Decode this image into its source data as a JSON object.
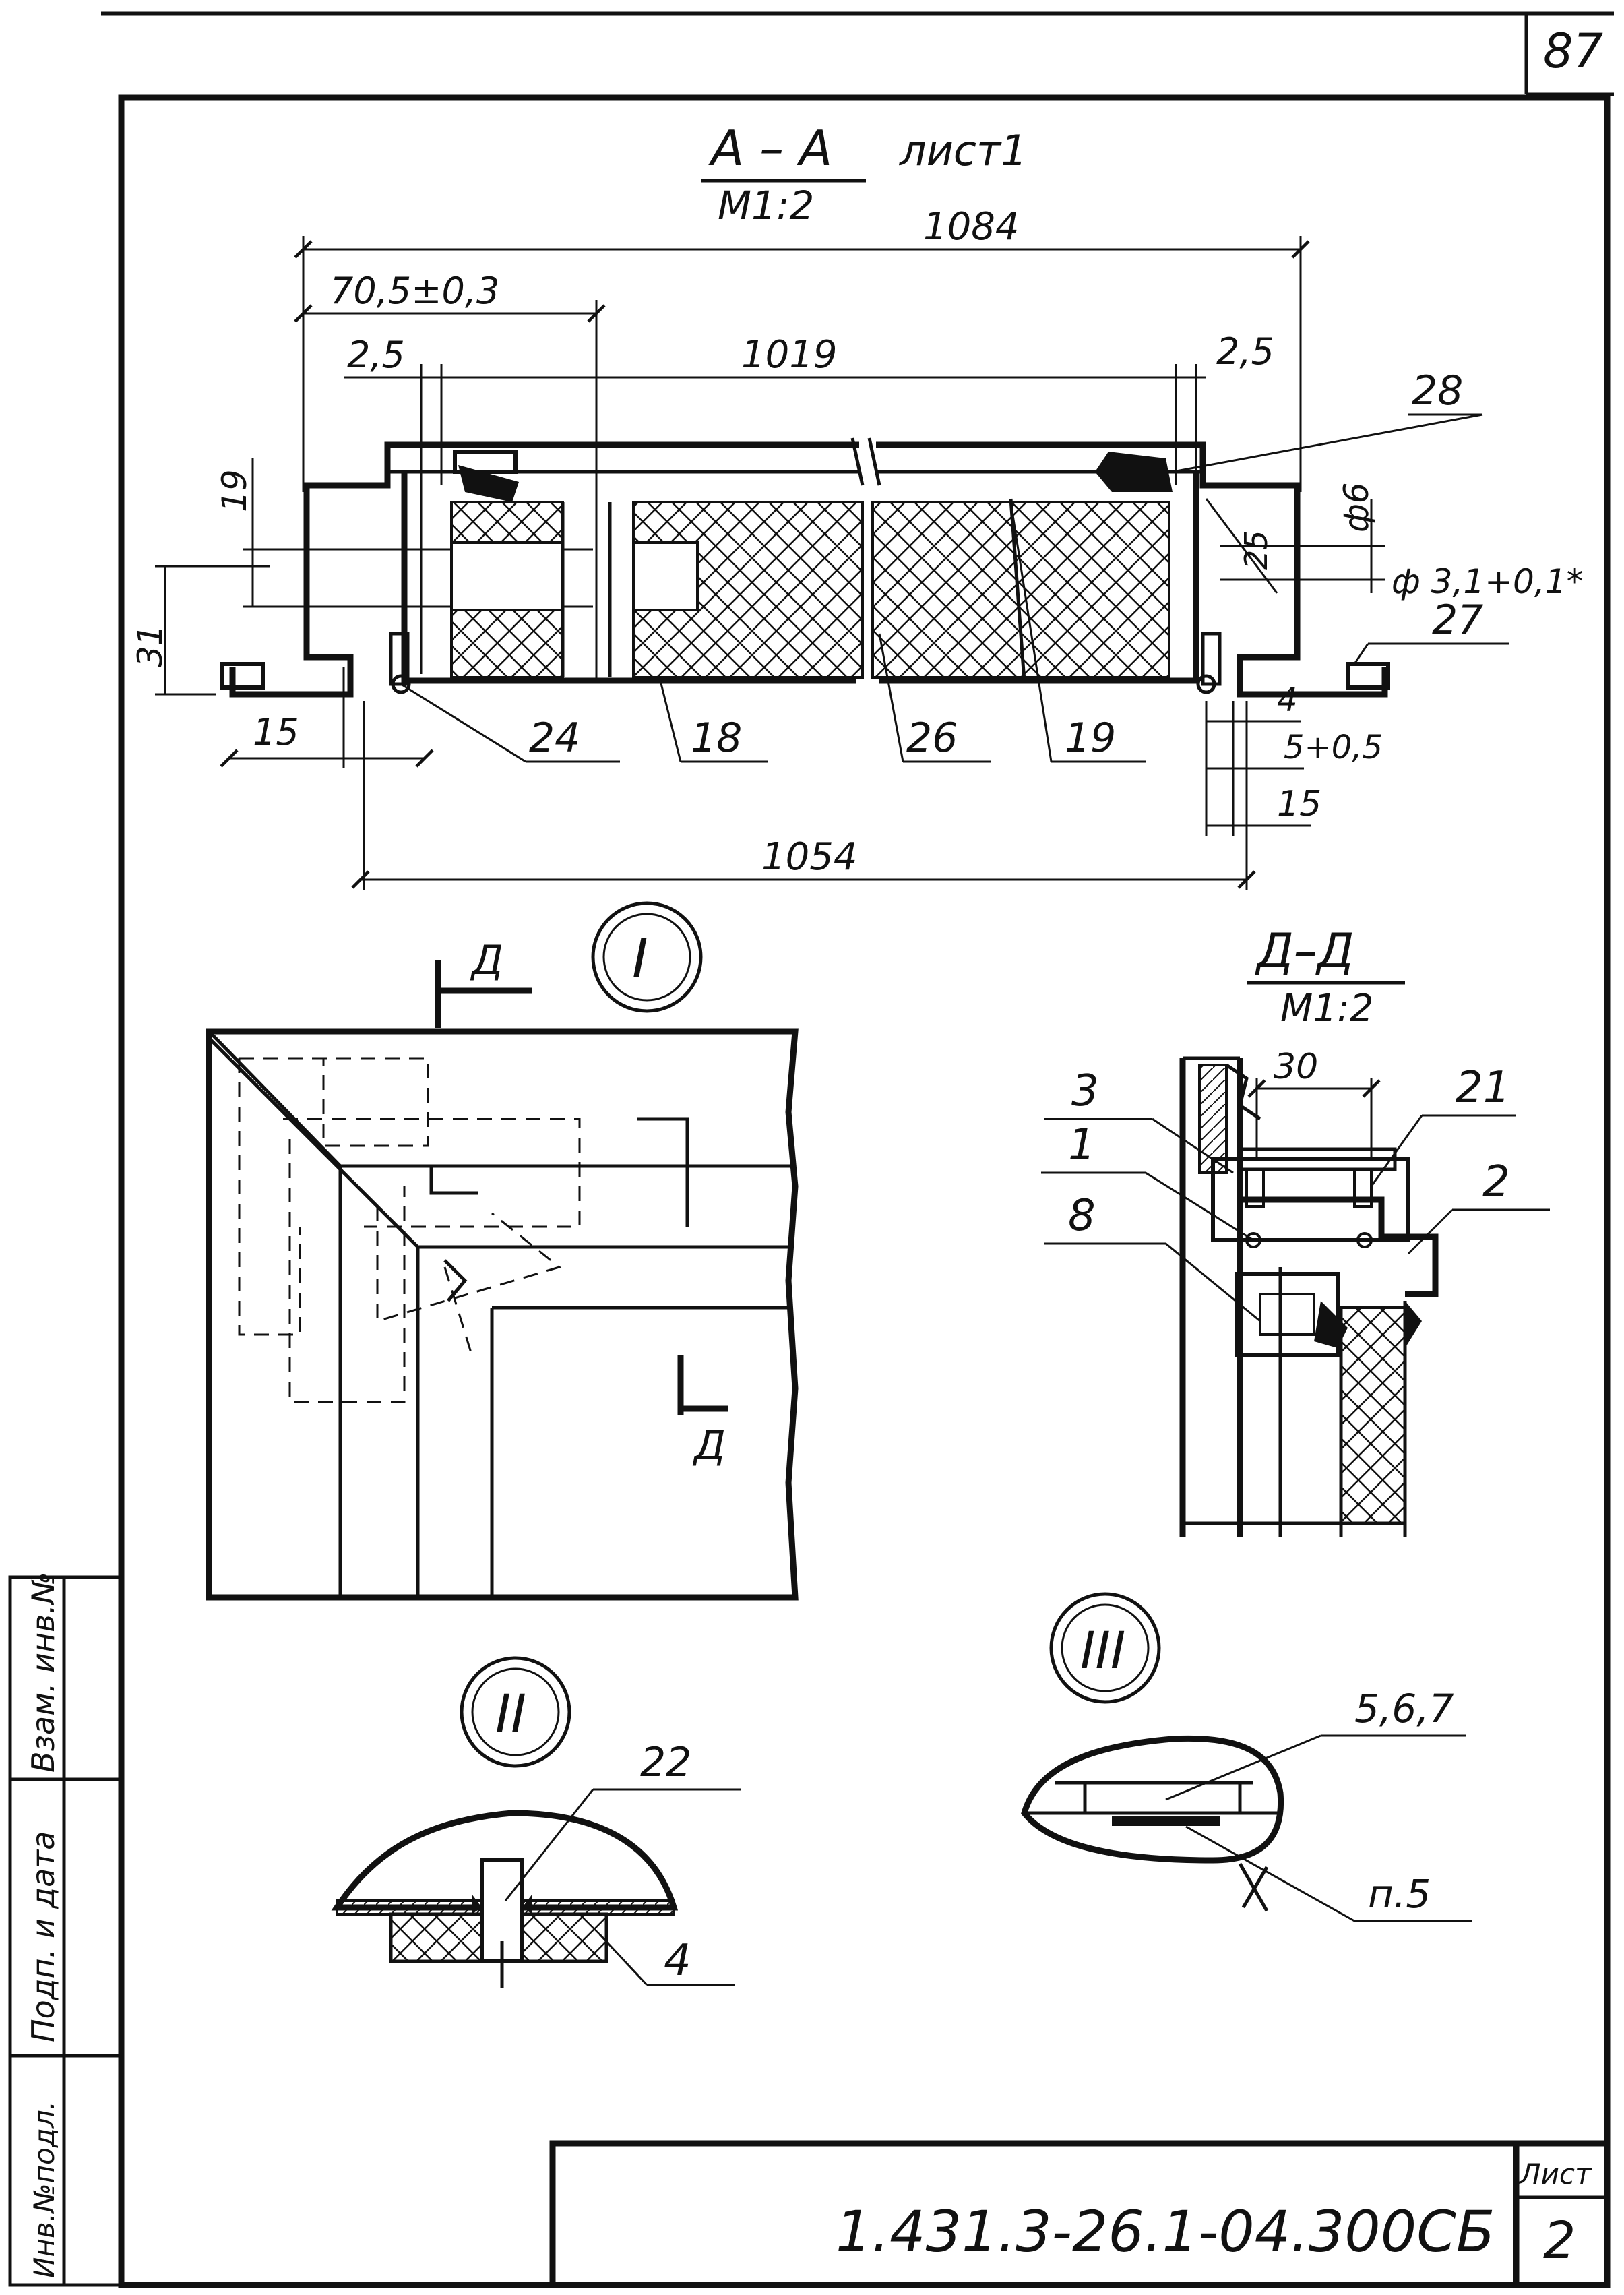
{
  "page_number": "87",
  "section_aa": {
    "title": "А – А",
    "scale": "М1:2",
    "sheet_note": "лист1",
    "dims": {
      "overall": "1084",
      "offset": "70,5±0,3",
      "gap_left": "2,5",
      "inner": "1019",
      "gap_right": "2,5",
      "height_19": "19",
      "height_31": "31",
      "left_15": "15",
      "bottom": "1054",
      "d6": "ф6",
      "h25": "25",
      "hole": "ф 3,1+0,1*",
      "right_4": "4",
      "right_5": "5+0,5",
      "right_15": "15"
    },
    "callouts": [
      "28",
      "27",
      "24",
      "18",
      "26",
      "19"
    ]
  },
  "detail_I": {
    "label": "I",
    "cut_label": "Д"
  },
  "section_dd": {
    "title": "Д–Д",
    "scale": "М1:2",
    "dim": "30",
    "callouts": [
      "3",
      "1",
      "8",
      "21",
      "2"
    ]
  },
  "detail_II": {
    "label": "II",
    "callouts": [
      "22",
      "4"
    ]
  },
  "detail_III": {
    "label": "III",
    "callouts": [
      "5,6,7",
      "п.5"
    ]
  },
  "side_stamp": [
    "Инв.№подл.",
    "Подп. и дата",
    "Взам. инв.№"
  ],
  "title_block": {
    "code": "1.431.3-26.1-04.300СБ",
    "sheet_label": "Лист",
    "sheet_no": "2"
  }
}
